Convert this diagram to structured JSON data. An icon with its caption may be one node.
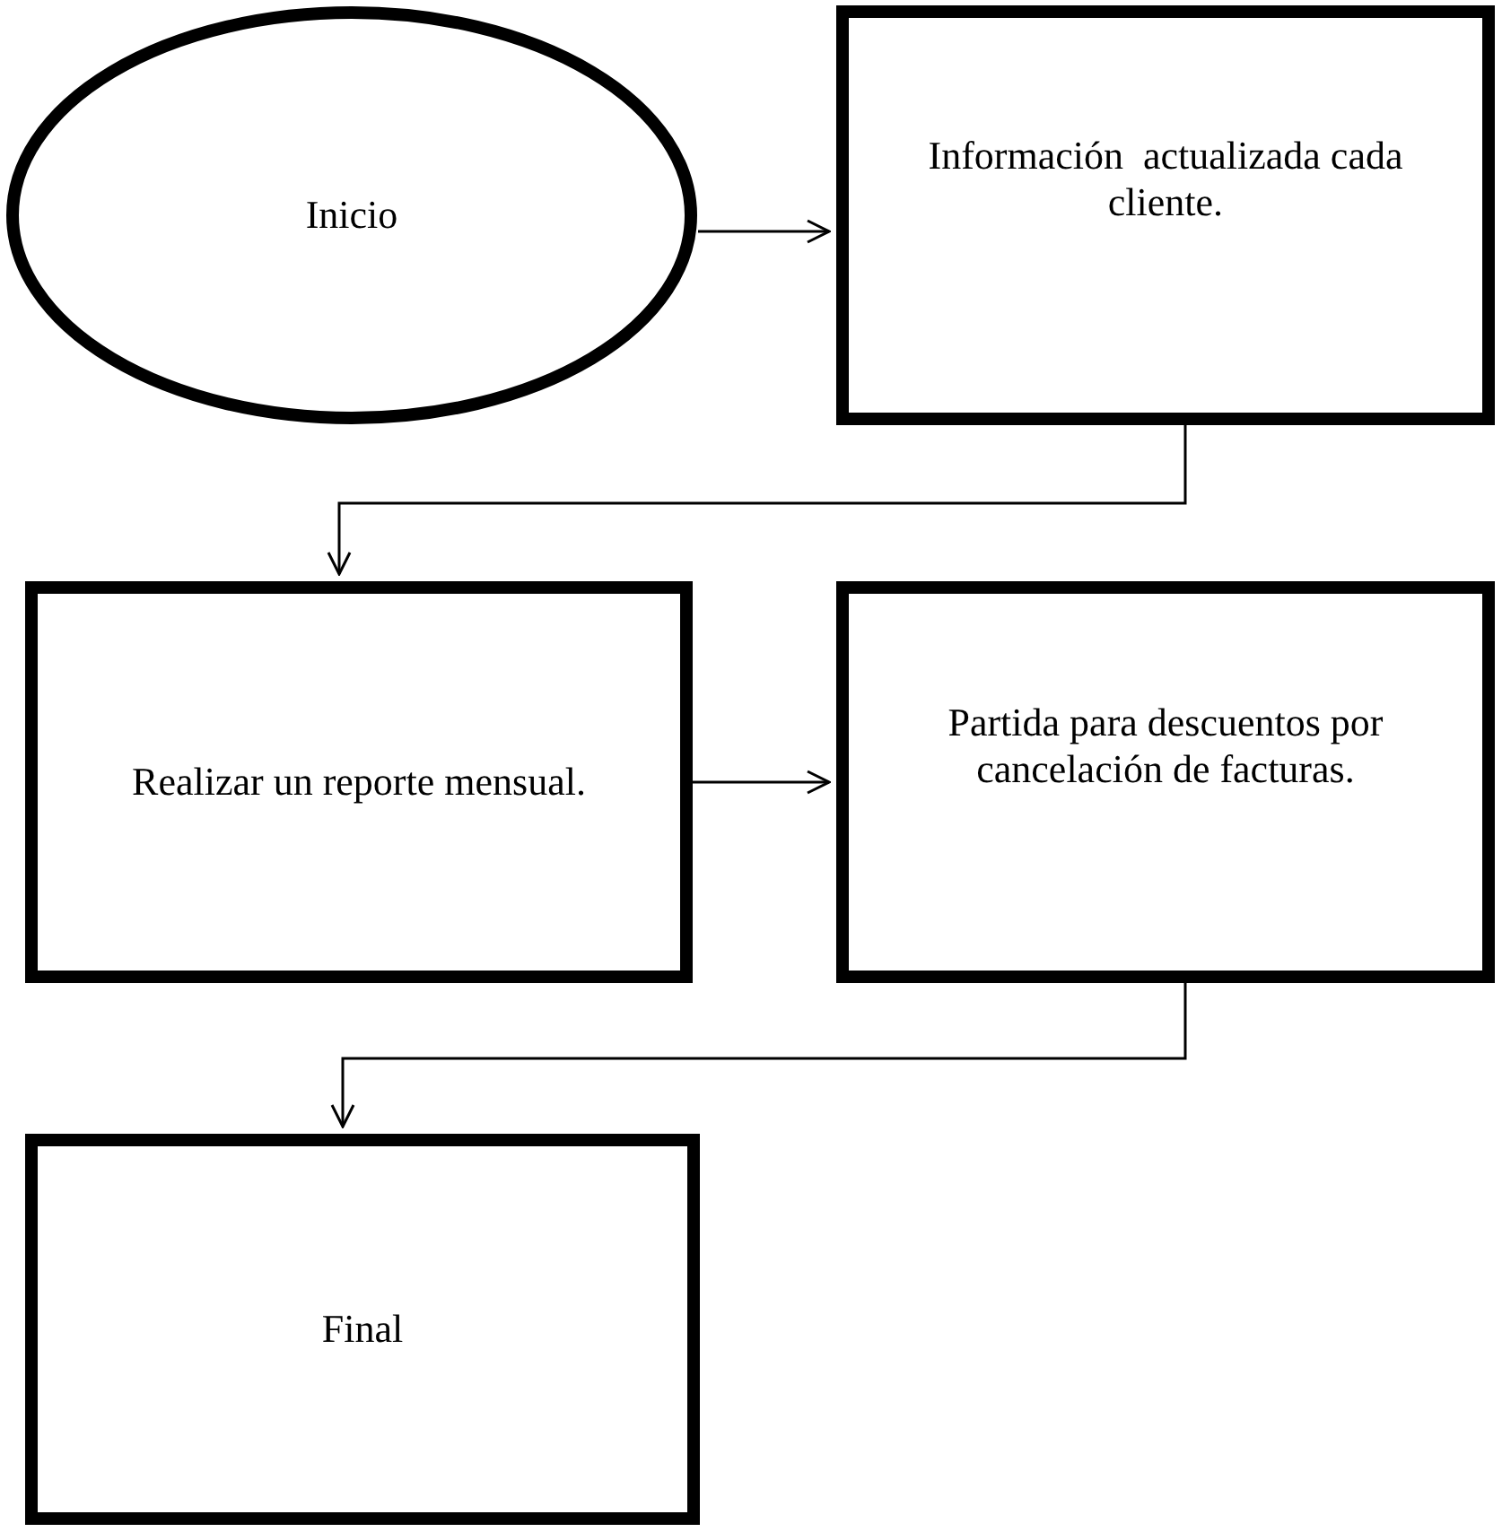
{
  "diagram": {
    "nodes": [
      {
        "text": [
          "Inicio"
        ]
      },
      {
        "text": [
          "Información  actualizada cada cliente."
        ]
      },
      {
        "text": [
          "Realizar un reporte mensual."
        ]
      },
      {
        "text": [
          "Partida para descuentos por cancelación de facturas."
        ]
      },
      {
        "text": [
          "Final"
        ]
      }
    ],
    "edges": [
      {
        "from": 0,
        "to": 1,
        "arrow": "to"
      },
      {
        "from": 1,
        "to": 2,
        "arrow": "to"
      },
      {
        "from": 2,
        "to": 3,
        "arrow": "to"
      },
      {
        "from": 3,
        "to": 4,
        "arrow": "to"
      }
    ]
  }
}
